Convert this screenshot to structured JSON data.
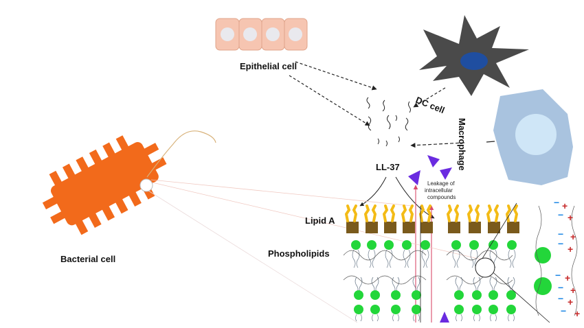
{
  "labels": {
    "epithelial": "Epithelial cell",
    "dc": "DC cell",
    "macrophage": "Macrophage",
    "ll37": "LL-37",
    "leakage_line1": "Leakage of",
    "leakage_line2": "intracellular",
    "leakage_line3": "compounds",
    "lipid_a": "Lipid A",
    "phospholipids": "Phospholipids",
    "bacterial": "Bacterial cell"
  },
  "charges": {
    "positive": "+",
    "negative": "−"
  },
  "colors": {
    "bacterium": "#f26a1b",
    "epithelial_fill": "#f6c5b1",
    "epithelial_nucleus": "#e9e9ee",
    "dc_cell": "#4a4a4a",
    "dc_nucleus": "#1f4ea0",
    "macrophage": "#a9c3df",
    "macrophage_nucleus": "#cfe6f7",
    "peptide": "#6a2be0",
    "lipid_head": "#23d63a",
    "lipid_a_head": "#f3bb16",
    "lipid_a_core": "#7a5a1c",
    "positive_charge": "#c62828",
    "negative_charge": "#1e88e5",
    "leak_arrow": "#d94b6a"
  }
}
